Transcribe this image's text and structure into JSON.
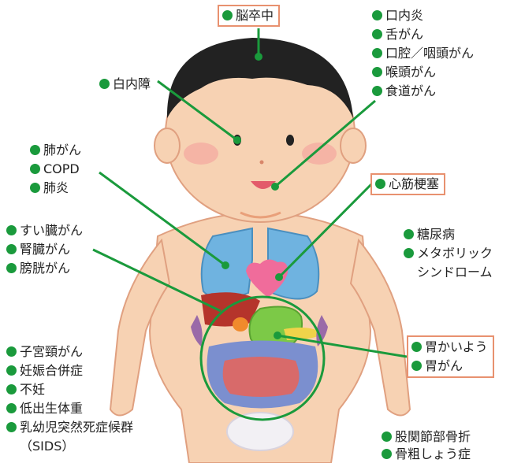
{
  "colors": {
    "dot": "#1a9a3c",
    "line": "#1a9a3c",
    "box_border": "#e8916f"
  },
  "labels": {
    "stroke": "脳卒中",
    "oral_cancer": "口内炎",
    "tongue_cancer": "舌がん",
    "oral_pharyngeal_cancer": "口腔／咽頭がん",
    "larynx_cancer": "喉頭がん",
    "esophagus_cancer": "食道がん",
    "cataract": "白内障",
    "lung_cancer": "肺がん",
    "copd": "COPD",
    "pneumonia": "肺炎",
    "mi": "心筋梗塞",
    "pancreas_cancer": "すい臓がん",
    "kidney_cancer": "腎臓がん",
    "bladder_cancer": "膀胱がん",
    "diabetes": "糖尿病",
    "metabolic_1": "メタボリック",
    "metabolic_2": "シンドローム",
    "ulcer": "胃かいよう",
    "stomach_cancer": "胃がん",
    "cervical_cancer": "子宮頸がん",
    "pregnancy": "妊娠合併症",
    "infertility": "不妊",
    "low_birth_weight": "低出生体重",
    "sids": "乳幼児突然死症候群",
    "sids_abbr": "（SIDS）",
    "hip_fracture": "股関節部骨折",
    "osteoporosis": "骨粗しょう症"
  }
}
